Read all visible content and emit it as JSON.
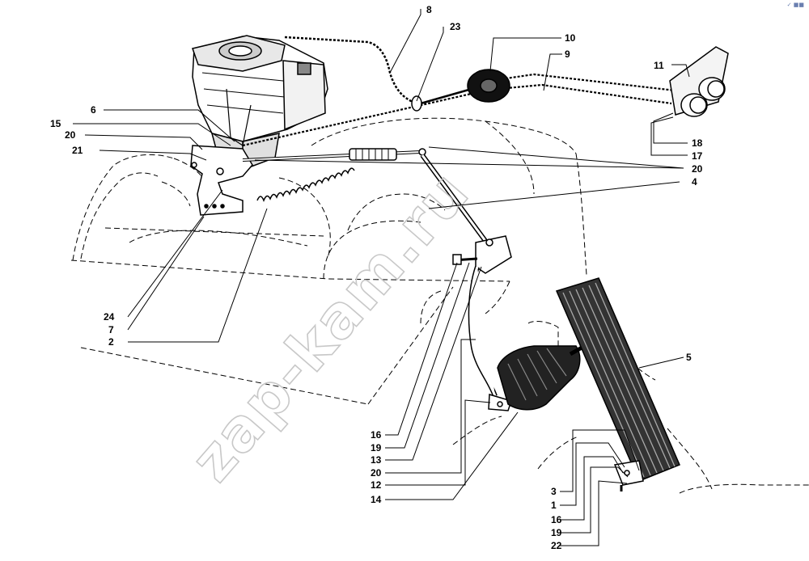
{
  "watermark": "zap-kam.ru",
  "corner_mark": "✓ ■■",
  "callouts": [
    "1",
    "2",
    "3",
    "4",
    "5",
    "6",
    "7",
    "8",
    "9",
    "10",
    "11",
    "12",
    "13",
    "14",
    "15",
    "16",
    "16",
    "17",
    "18",
    "19",
    "19",
    "20",
    "20",
    "20",
    "21",
    "22",
    "23",
    "24"
  ]
}
